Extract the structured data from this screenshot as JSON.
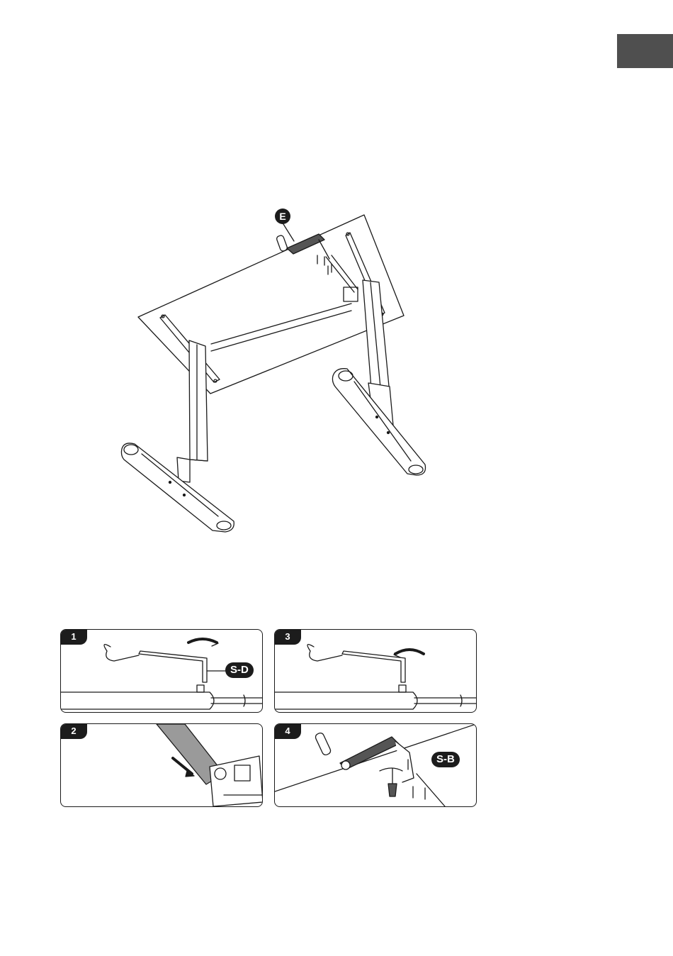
{
  "callouts": {
    "part_e": "E"
  },
  "steps": [
    {
      "number": "1",
      "label": "S-D"
    },
    {
      "number": "2",
      "label": ""
    },
    {
      "number": "3",
      "label": ""
    },
    {
      "number": "4",
      "label": "S-B"
    }
  ],
  "colors": {
    "tab": "#4f4f4f",
    "badge": "#1c1c1c",
    "line": "#1a1a1a"
  }
}
